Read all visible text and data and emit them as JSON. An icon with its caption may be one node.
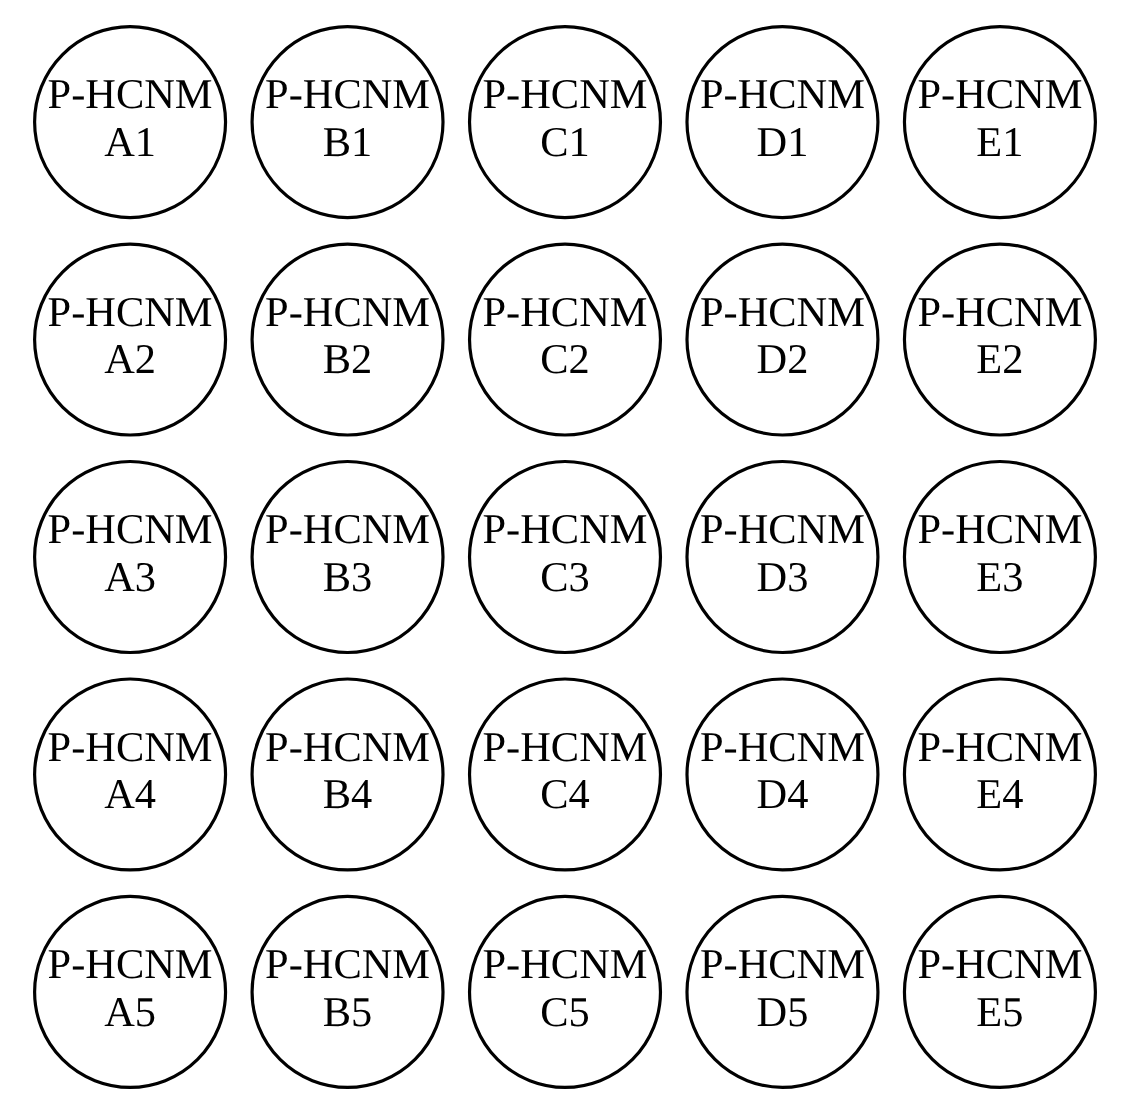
{
  "diagram": {
    "nodes": [
      {
        "text": [
          "P-HCNM A1"
        ]
      },
      {
        "text": [
          "P-HCNM B1"
        ]
      },
      {
        "text": [
          "P-HCNM C1"
        ]
      },
      {
        "text": [
          "P-HCNM D1"
        ]
      },
      {
        "text": [
          "P-HCNM E1"
        ]
      },
      {
        "text": [
          "P-HCNM A2"
        ]
      },
      {
        "text": [
          "P-HCNM B2"
        ]
      },
      {
        "text": [
          "P-HCNM C2"
        ]
      },
      {
        "text": [
          "P-HCNM D2"
        ]
      },
      {
        "text": [
          "P-HCNM E2"
        ]
      },
      {
        "text": [
          "P-HCNM A3"
        ]
      },
      {
        "text": [
          "P-HCNM B3"
        ]
      },
      {
        "text": [
          "P-HCNM C3"
        ]
      },
      {
        "text": [
          "P-HCNM D3"
        ]
      },
      {
        "text": [
          "P-HCNM E3"
        ]
      },
      {
        "text": [
          "P-HCNM A4"
        ]
      },
      {
        "text": [
          "P-HCNM B4"
        ]
      },
      {
        "text": [
          "P-HCNM C4"
        ]
      },
      {
        "text": [
          "P-HCNM D4"
        ]
      },
      {
        "text": [
          "P-HCNM E4"
        ]
      },
      {
        "text": [
          "P-HCNM A5"
        ]
      },
      {
        "text": [
          "P-HCNM B5"
        ]
      },
      {
        "text": [
          "P-HCNM C5"
        ]
      },
      {
        "text": [
          "P-HCNM D5"
        ]
      },
      {
        "text": [
          "P-HCNM E5"
        ]
      }
    ],
    "edges": []
  }
}
